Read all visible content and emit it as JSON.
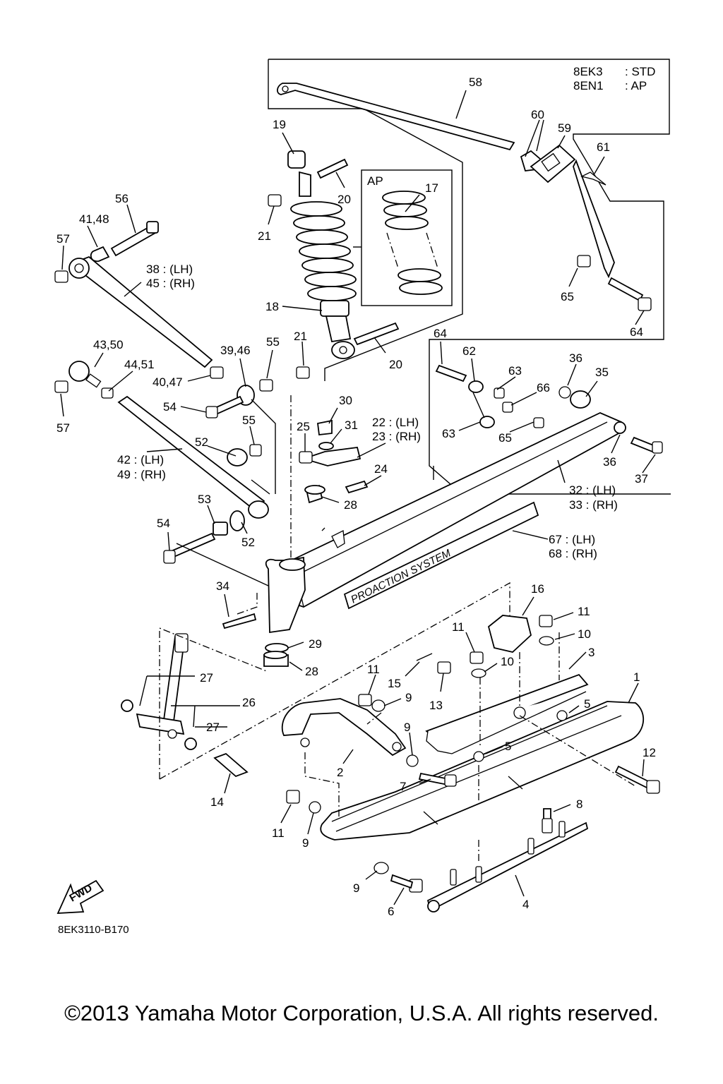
{
  "legend": {
    "rows": [
      {
        "code": "8EK3",
        "value": ": STD"
      },
      {
        "code": "8EN1",
        "value": ": AP"
      }
    ]
  },
  "variant_box_label": "AP",
  "fwd_label": "FWD",
  "proaction_text": "PROACTION SYSTEM",
  "diagram_code": "8EK3110-B170",
  "copyright": "©2013 Yamaha Motor Corporation, U.S.A. All rights reserved.",
  "callouts": [
    {
      "id": "c58",
      "text": "58"
    },
    {
      "id": "c60",
      "text": "60"
    },
    {
      "id": "c59",
      "text": "59"
    },
    {
      "id": "c61",
      "text": "61"
    },
    {
      "id": "c19",
      "text": "19"
    },
    {
      "id": "c20a",
      "text": "20"
    },
    {
      "id": "c21a",
      "text": "21"
    },
    {
      "id": "c17",
      "text": "17"
    },
    {
      "id": "c56",
      "text": "56"
    },
    {
      "id": "c4148",
      "text": "41,48"
    },
    {
      "id": "c57a",
      "text": "57"
    },
    {
      "id": "c3845a",
      "text": "38 : (LH)"
    },
    {
      "id": "c3845b",
      "text": "45 : (RH)"
    },
    {
      "id": "c18",
      "text": "18"
    },
    {
      "id": "c65a",
      "text": "65"
    },
    {
      "id": "c64a",
      "text": "64"
    },
    {
      "id": "c64b",
      "text": "64"
    },
    {
      "id": "c4350",
      "text": "43,50"
    },
    {
      "id": "c3946",
      "text": "39,46"
    },
    {
      "id": "c55a",
      "text": "55"
    },
    {
      "id": "c21b",
      "text": "21"
    },
    {
      "id": "c20b",
      "text": "20"
    },
    {
      "id": "c62",
      "text": "62"
    },
    {
      "id": "c36a",
      "text": "36"
    },
    {
      "id": "c4451",
      "text": "44,51"
    },
    {
      "id": "c4047",
      "text": "40,47"
    },
    {
      "id": "c63a",
      "text": "63"
    },
    {
      "id": "c66",
      "text": "66"
    },
    {
      "id": "c35",
      "text": "35"
    },
    {
      "id": "c54a",
      "text": "54"
    },
    {
      "id": "c30",
      "text": "30"
    },
    {
      "id": "c57b",
      "text": "57"
    },
    {
      "id": "c55b",
      "text": "55"
    },
    {
      "id": "c25",
      "text": "25"
    },
    {
      "id": "c31",
      "text": "31"
    },
    {
      "id": "c2223a",
      "text": "22 : (LH)"
    },
    {
      "id": "c2223b",
      "text": "23 : (RH)"
    },
    {
      "id": "c63b",
      "text": "63"
    },
    {
      "id": "c65b",
      "text": "65"
    },
    {
      "id": "c36b",
      "text": "36"
    },
    {
      "id": "c37",
      "text": "37"
    },
    {
      "id": "c52a",
      "text": "52"
    },
    {
      "id": "c4249a",
      "text": "42 : (LH)"
    },
    {
      "id": "c4249b",
      "text": "49 : (RH)"
    },
    {
      "id": "c24",
      "text": "24"
    },
    {
      "id": "c3233a",
      "text": "32 : (LH)"
    },
    {
      "id": "c3233b",
      "text": "33 : (RH)"
    },
    {
      "id": "c53",
      "text": "53"
    },
    {
      "id": "c28a",
      "text": "28"
    },
    {
      "id": "c54b",
      "text": "54"
    },
    {
      "id": "c6768a",
      "text": "67 : (LH)"
    },
    {
      "id": "c6768b",
      "text": "68 : (RH)"
    },
    {
      "id": "c52b",
      "text": "52"
    },
    {
      "id": "c34",
      "text": "34"
    },
    {
      "id": "c16",
      "text": "16"
    },
    {
      "id": "c11a",
      "text": "11"
    },
    {
      "id": "c11b",
      "text": "11"
    },
    {
      "id": "c10a",
      "text": "10"
    },
    {
      "id": "c29",
      "text": "29"
    },
    {
      "id": "c3",
      "text": "3"
    },
    {
      "id": "c28b",
      "text": "28"
    },
    {
      "id": "c10b",
      "text": "10"
    },
    {
      "id": "c27a",
      "text": "27"
    },
    {
      "id": "c11c",
      "text": "11"
    },
    {
      "id": "c15",
      "text": "15"
    },
    {
      "id": "c13",
      "text": "13"
    },
    {
      "id": "c1",
      "text": "1"
    },
    {
      "id": "c26",
      "text": "26"
    },
    {
      "id": "c9a",
      "text": "9"
    },
    {
      "id": "c5a",
      "text": "5"
    },
    {
      "id": "c27b",
      "text": "27"
    },
    {
      "id": "c9b",
      "text": "9"
    },
    {
      "id": "c5b",
      "text": "5"
    },
    {
      "id": "c12",
      "text": "12"
    },
    {
      "id": "c2",
      "text": "2"
    },
    {
      "id": "c7",
      "text": "7"
    },
    {
      "id": "c14",
      "text": "14"
    },
    {
      "id": "c8",
      "text": "8"
    },
    {
      "id": "c11d",
      "text": "11"
    },
    {
      "id": "c9c",
      "text": "9"
    },
    {
      "id": "c9d",
      "text": "9"
    },
    {
      "id": "c6",
      "text": "6"
    },
    {
      "id": "c4",
      "text": "4"
    }
  ]
}
